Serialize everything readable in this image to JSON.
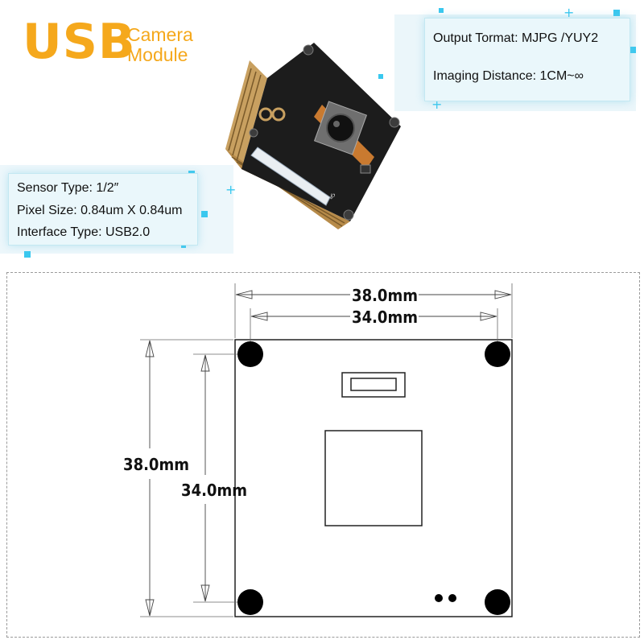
{
  "title": {
    "brand": "USB",
    "line1": "Camera",
    "line2": "Module"
  },
  "specs_top": [
    "Output Tormat: MJPG /YUY2",
    "Imaging Distance: 1CM~∞"
  ],
  "specs_left": [
    "Sensor Type:  1/2″",
    "Pixel Size: 0.84um X 0.84um",
    "Interface Type: USB2.0"
  ],
  "dimensions": {
    "outer_width": "38.0mm",
    "inner_width": "34.0mm",
    "outer_height": "38.0mm",
    "inner_height": "34.0mm"
  },
  "colors": {
    "brand_orange": "#f5a81c",
    "accent_cyan": "#39c8ef",
    "board_black": "#1c1c1c",
    "gold": "#c8a060"
  }
}
